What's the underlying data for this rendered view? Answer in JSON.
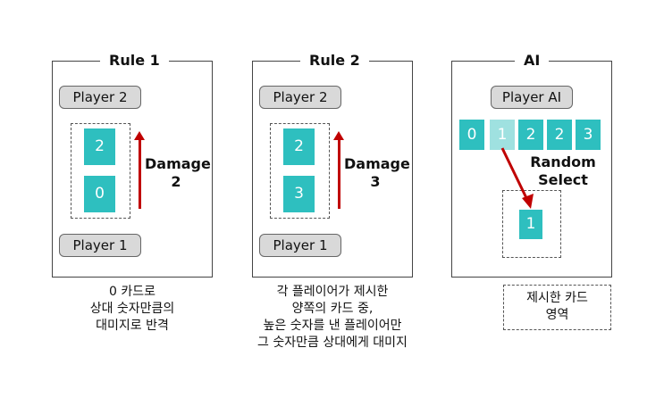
{
  "rule1": {
    "title": "Rule 1",
    "top_player": "Player 2",
    "bottom_player": "Player 1",
    "top_card": "2",
    "bottom_card": "0",
    "damage_word": "Damage",
    "damage_value": "2",
    "caption_lines": [
      "0 카드로",
      "상대 숫자만큼의",
      "대미지로 반격"
    ]
  },
  "rule2": {
    "title": "Rule 2",
    "top_player": "Player 2",
    "bottom_player": "Player 1",
    "top_card": "2",
    "bottom_card": "3",
    "damage_word": "Damage",
    "damage_value": "3",
    "caption_lines": [
      "각 플레이어가 제시한",
      "양쪽의 카드 중,",
      "높은 숫자를 낸 플레이어만",
      "그 숫자만큼 상대에게 대미지"
    ]
  },
  "ai": {
    "title": "AI",
    "player": "Player AI",
    "hand": [
      "0",
      "1",
      "2",
      "2",
      "3"
    ],
    "selected_index": 1,
    "random_lines": [
      "Random",
      "Select"
    ],
    "selected_card": "1",
    "legend_lines": [
      "제시한 카드",
      "영역"
    ]
  },
  "colors": {
    "card": "#2ebfbf",
    "card_selected": "#9fe1e0",
    "arrow": "#c00000",
    "player_box": "#d9d9d9"
  }
}
